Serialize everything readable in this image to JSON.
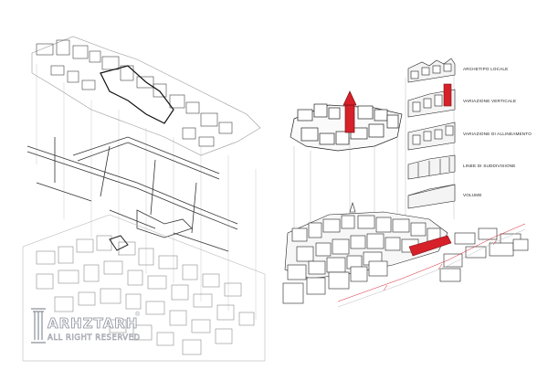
{
  "legend": [
    {
      "label": "ARCHETIPO LOCALE"
    },
    {
      "label": "VARIAZIONE VERTICALE"
    },
    {
      "label": "VARIAZIONE DI ALLINEAMENTO"
    },
    {
      "label": "LINEE DI SUDDIVISIONE"
    },
    {
      "label": "VOLUME"
    }
  ],
  "watermark": {
    "name": "ARHZTARH",
    "subtitle": "ALL RIGHT RESERVED",
    "registered": "®"
  },
  "colors": {
    "line": "#333333",
    "light_line": "#9a9a9a",
    "accent": "#d6202a",
    "watermark": "#8a8f99"
  }
}
